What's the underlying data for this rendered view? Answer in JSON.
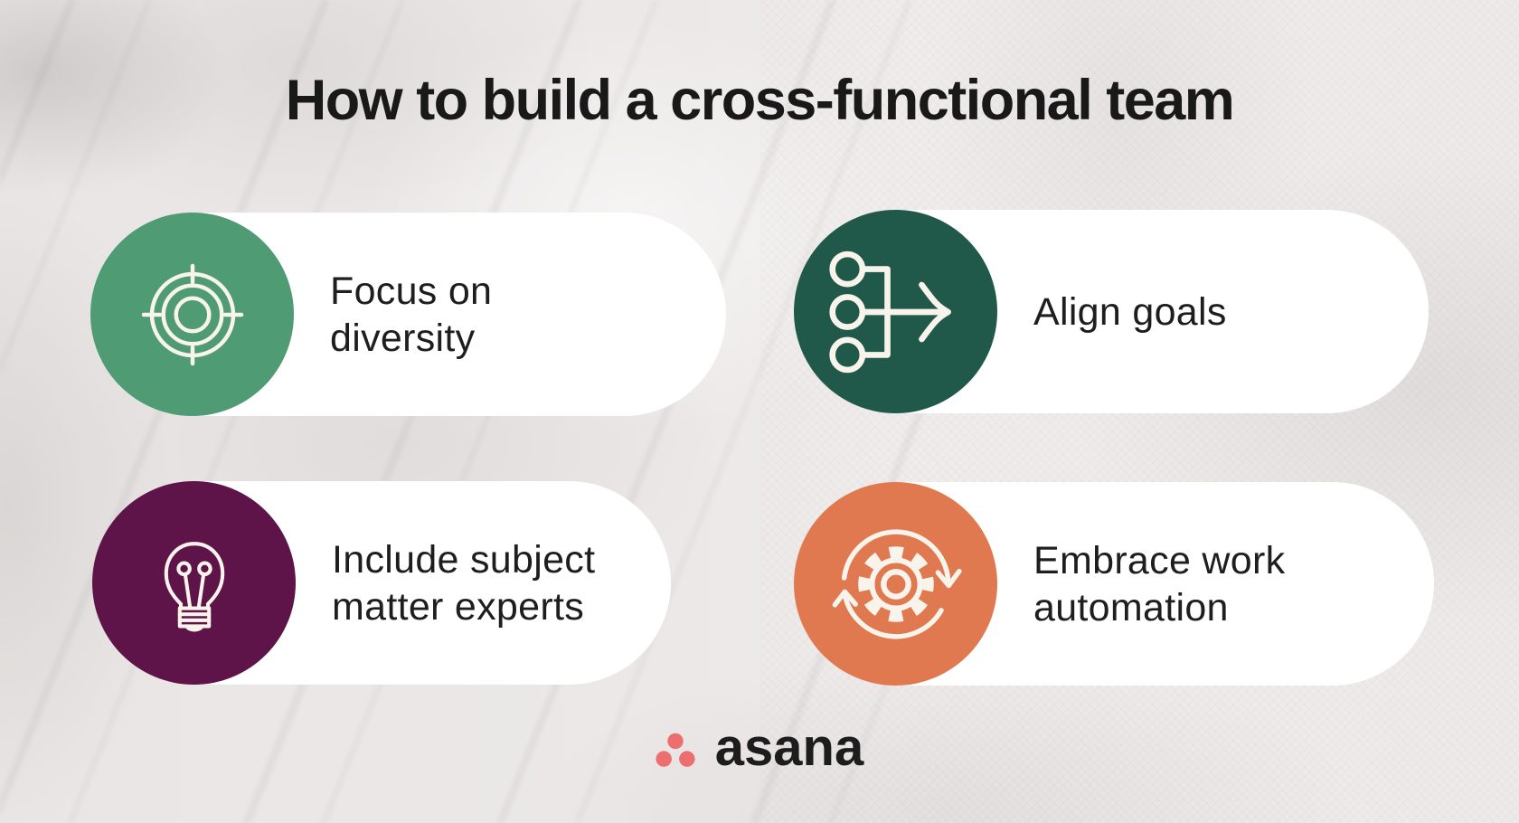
{
  "title": "How to build a cross-functional team",
  "cards": [
    {
      "label": "Focus on\ndiversity",
      "icon": "target-icon",
      "circle_color": "#4f9b74"
    },
    {
      "label": "Align goals",
      "icon": "merge-arrow-icon",
      "circle_color": "#20594a"
    },
    {
      "label": "Include subject\nmatter experts",
      "icon": "lightbulb-icon",
      "circle_color": "#5e1448"
    },
    {
      "label": "Embrace work\nautomation",
      "icon": "gear-cycle-icon",
      "circle_color": "#e0794f"
    }
  ],
  "logo": {
    "wordmark": "asana",
    "dot_color": "#ec6e6e"
  },
  "colors": {
    "background": "#ebe8e7",
    "pill": "#ffffff",
    "text": "#1e1e1e",
    "title": "#191919",
    "icon_stroke": "#f8f4ec"
  }
}
